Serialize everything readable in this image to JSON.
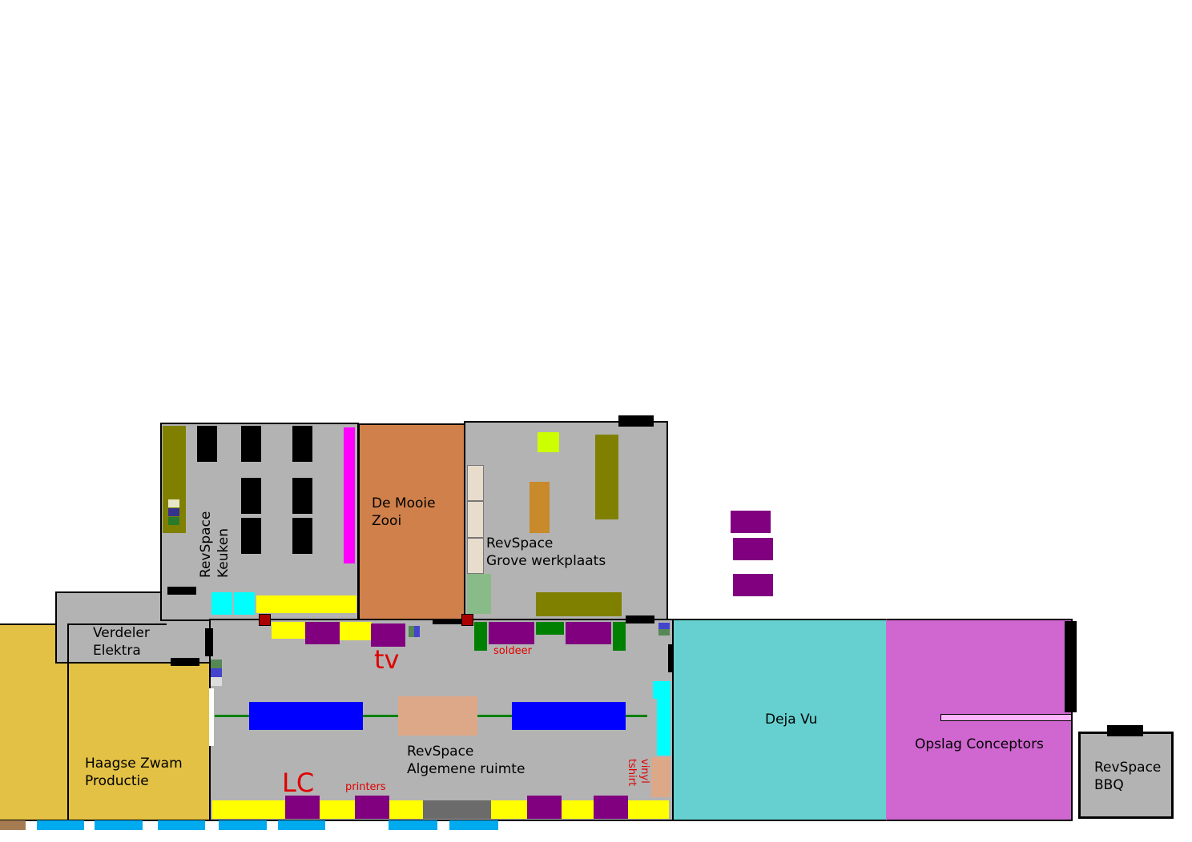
{
  "rooms": {
    "keuken": {
      "line1": "RevSpace",
      "line2": "Keuken"
    },
    "mooie_zooi": {
      "line1": "De Mooie",
      "line2": "Zooi"
    },
    "grove_werkplaats": {
      "line1": "RevSpace",
      "line2": "Grove werkplaats"
    },
    "verdeler": {
      "line1": "Verdeler",
      "line2": "Elektra"
    },
    "haagse_zwam": {
      "line1": "Haagse Zwam",
      "line2": "Productie"
    },
    "algemene_ruimte": {
      "line1": "RevSpace",
      "line2": "Algemene ruimte"
    },
    "deja_vu": {
      "label": "Deja Vu"
    },
    "opslag": {
      "label": "Opslag Conceptors"
    },
    "bbq": {
      "line1": "RevSpace",
      "line2": "BBQ"
    }
  },
  "annotations": {
    "tv": "tv",
    "soldeer": "soldeer",
    "lc": "LC",
    "printers": "printers",
    "vinyl": "vinyl",
    "tshirt": "tshirt"
  },
  "colors": {
    "floor": "#b3b3b3",
    "mooie_zooi": "#d0804a",
    "haagse_zwam": "#e2c144",
    "deja_vu": "#66d0d0",
    "opslag": "#d066d0",
    "table": "#ffff00",
    "cabinet": "#800080",
    "desk": "#0000ff"
  }
}
